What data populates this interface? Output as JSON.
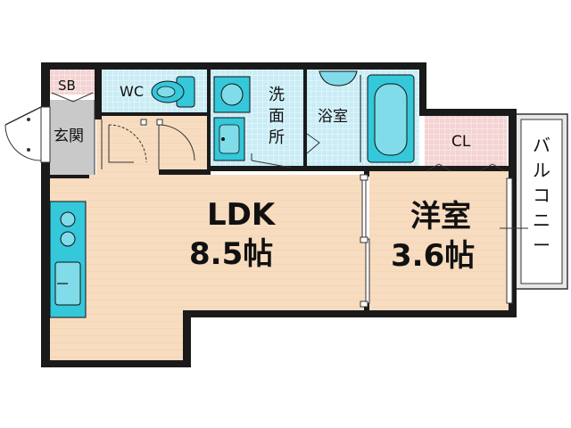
{
  "rooms": {
    "ldk": {
      "name": "LDK",
      "size": "8.5帖"
    },
    "western": {
      "name": "洋室",
      "size": "3.6帖"
    },
    "wc": "WC",
    "sb": "SB",
    "entrance": "玄関",
    "washroom": "洗面所",
    "bathroom": "浴室",
    "closet": "CL",
    "balcony": "バルコニー"
  },
  "colors": {
    "wall": "#1a1a1a",
    "floor_wood": "#f7dcc0",
    "wet_area": "#c9ecf5",
    "entrance_floor": "#c9c9c9",
    "storage": "#f4d3d3",
    "fixture": "#35c7da"
  }
}
